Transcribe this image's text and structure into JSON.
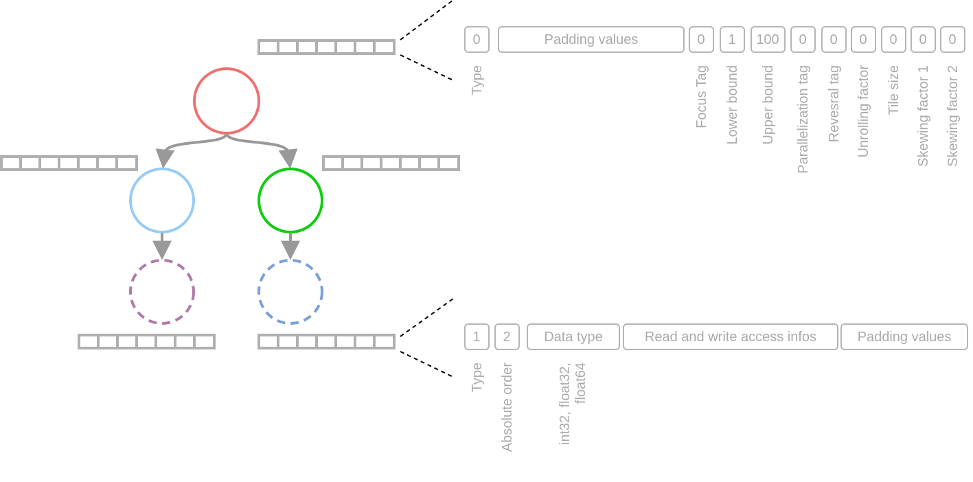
{
  "colors": {
    "gray": "#999999",
    "light_gray": "#b0b0b0",
    "text_gray": "#aaaaaa",
    "root_node": "#f07070",
    "left_child": "#99ccf5",
    "right_child": "#11cc11",
    "left_dashed": "#b07aa8",
    "right_dashed": "#7aa0d8"
  },
  "top_fields": [
    "0",
    "Padding values",
    "0",
    "1",
    "100",
    "0",
    "0",
    "0",
    "0",
    "0",
    "0"
  ],
  "top_labels": [
    "Type",
    "Focus Tag",
    "Lower bound",
    "Upper bound",
    "Parallelization tag",
    "Revesral tag",
    "Unrolling factor",
    "Tile size",
    "Skewing factor 1",
    "Skewing factor 2"
  ],
  "bottom_fields": [
    "1",
    "2",
    "Data type",
    "Read and write access infos",
    "Padding values"
  ],
  "bottom_labels": {
    "type": "Type",
    "absolute_order": "Absolute order",
    "data_type_line1": "int32, float32,",
    "data_type_line2": "float64"
  }
}
